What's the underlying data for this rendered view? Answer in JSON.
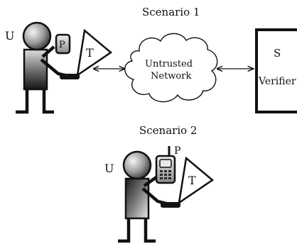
{
  "scenario1": {
    "title": "Scenario 1",
    "user_label": "U",
    "phone_label": "P",
    "token_label": "T",
    "network_line1": "Untrusted",
    "network_line2": "Network",
    "server_label": "S",
    "verifier_label": "Verifier"
  },
  "scenario2": {
    "title": "Scenario 2",
    "user_label": "U",
    "phone_label": "P",
    "token_label": "T"
  },
  "colors": {
    "figure_dark": "#141414",
    "figure_light": "#dcdcdc",
    "stroke": "#111111"
  }
}
